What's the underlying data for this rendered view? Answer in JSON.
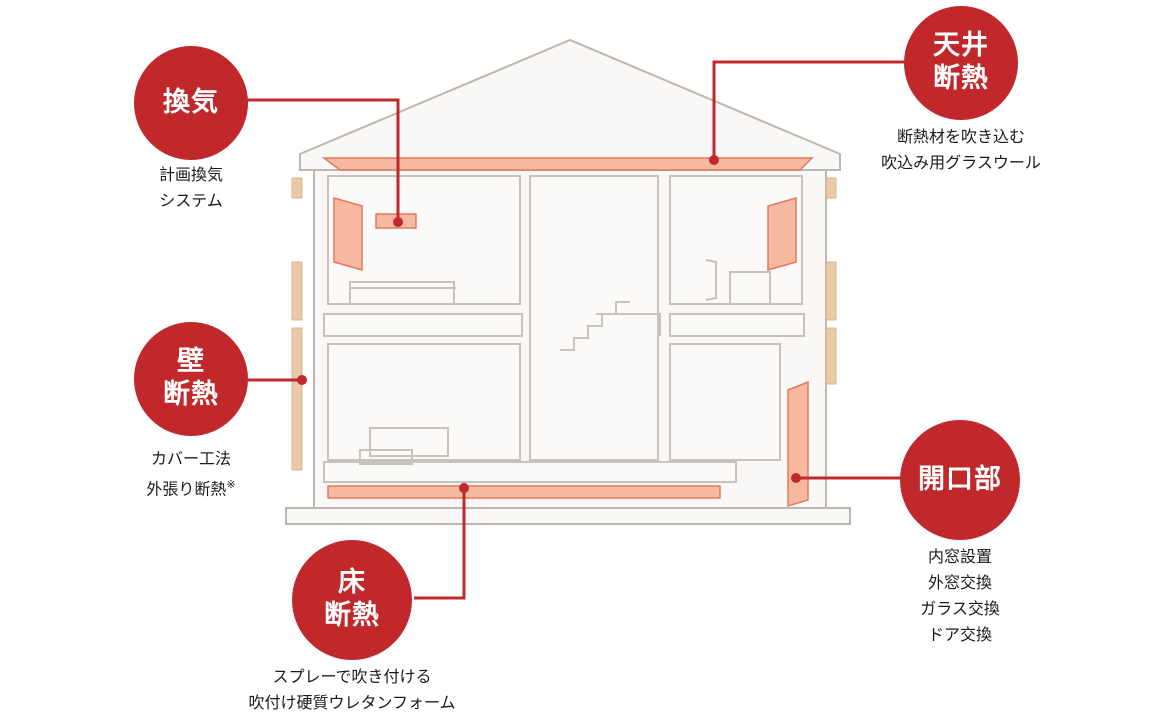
{
  "callouts": {
    "ventilation": {
      "label_lines": [
        "換気"
      ],
      "desc_lines": [
        "計画換気",
        "システム"
      ]
    },
    "ceiling": {
      "label_lines": [
        "天井",
        "断熱"
      ],
      "desc_lines": [
        "断熱材を吹き込む",
        "吹込み用グラスウール"
      ]
    },
    "wall": {
      "label_lines": [
        "壁",
        "断熱"
      ],
      "desc_lines": [
        "カバー工法",
        "外張り断熱"
      ],
      "desc_note": "※"
    },
    "opening": {
      "label_lines": [
        "開口部"
      ],
      "desc_lines": [
        "内窓設置",
        "外窓交換",
        "ガラス交換",
        "ドア交換"
      ]
    },
    "floor": {
      "label_lines": [
        "床",
        "断熱"
      ],
      "desc_lines": [
        "スプレーで吹き付ける",
        "吹付け硬質ウレタンフォーム"
      ]
    }
  },
  "colors": {
    "accent_red": "#c0282b",
    "insulation_fill": "#f6b9a0",
    "insulation_stroke": "#e07a5f",
    "house_line": "#bdb7b1",
    "house_fill": "#faf8f6",
    "wall_stud": "#e9c9a6"
  }
}
